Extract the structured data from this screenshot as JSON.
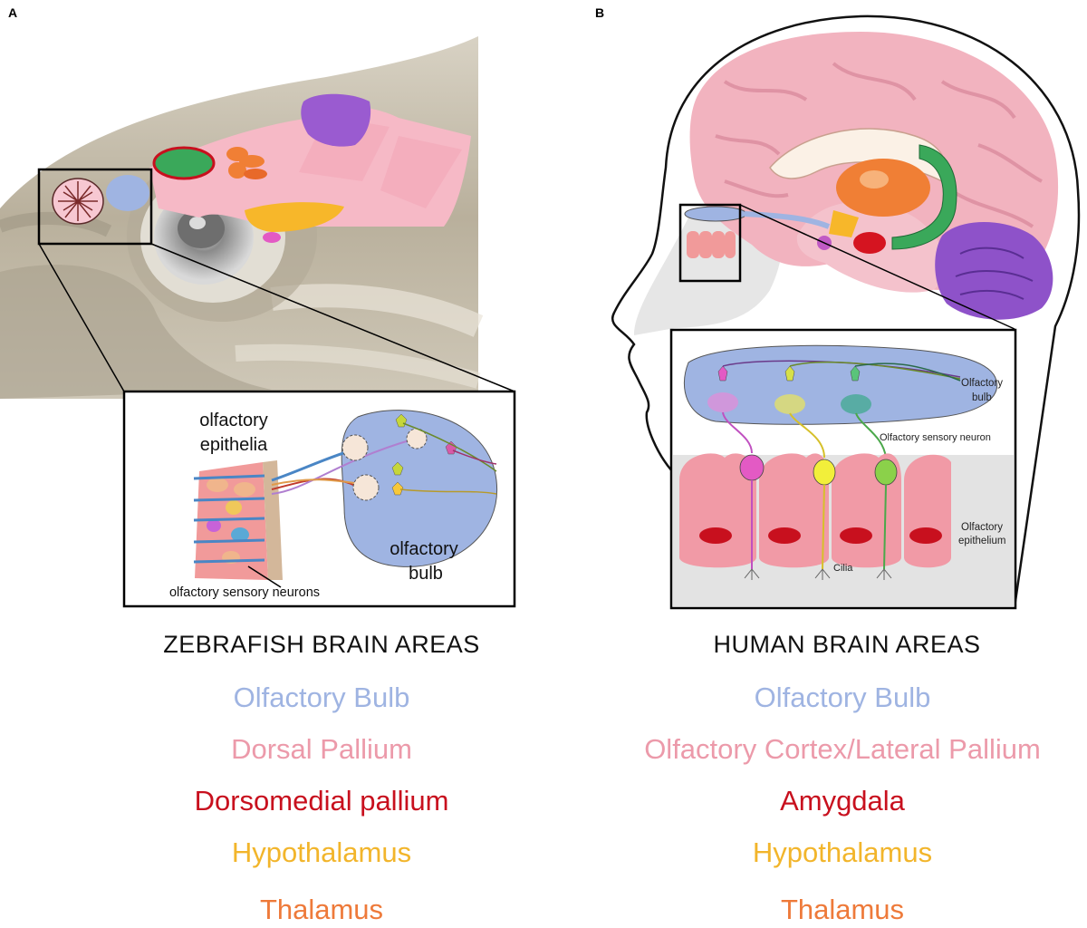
{
  "panels": {
    "a": {
      "letter": "A",
      "inset_labels": {
        "epithelia": [
          "olfactory",
          "epithelia"
        ],
        "bulb": [
          "olfactory",
          "bulb"
        ],
        "neurons": "olfactory sensory neurons"
      },
      "heading": "ZEBRAFISH BRAIN AREAS",
      "legend": [
        {
          "text": "Olfactory Bulb",
          "color": "#9fb4e2"
        },
        {
          "text": "Dorsal Pallium",
          "color": "#ec9aaa"
        },
        {
          "text": "Dorsomedial pallium",
          "color": "#c8101e"
        },
        {
          "text": "Hypothalamus",
          "color": "#f2b52b"
        },
        {
          "text": "Thalamus",
          "color": "#ee7a3a"
        }
      ]
    },
    "b": {
      "letter": "B",
      "inset_labels": {
        "bulb": [
          "Olfactory",
          "bulb"
        ],
        "neuron": "Olfactory sensory neuron",
        "epithelium": [
          "Olfactory",
          "epithelium"
        ],
        "cilia": "Cilia"
      },
      "heading": "HUMAN BRAIN AREAS",
      "legend": [
        {
          "text": "Olfactory Bulb",
          "color": "#9fb4e2"
        },
        {
          "text": "Olfactory Cortex/Lateral Pallium",
          "color": "#ec9aaa"
        },
        {
          "text": "Amygdala",
          "color": "#c8101e"
        },
        {
          "text": "Hypothalamus",
          "color": "#f2b52b"
        },
        {
          "text": "Thalamus",
          "color": "#ee7a3a"
        }
      ]
    }
  },
  "colors": {
    "olfactory_bulb": "#9fb4e2",
    "pallium": "#f6b9c6",
    "dorsomedial": "#3aa85a",
    "amygdala": "#d51420",
    "hypothalamus": "#f7b72a",
    "thalamus": "#f07f35",
    "tectum": "#9a5bd0",
    "fish_body": "#c2b9a6"
  }
}
